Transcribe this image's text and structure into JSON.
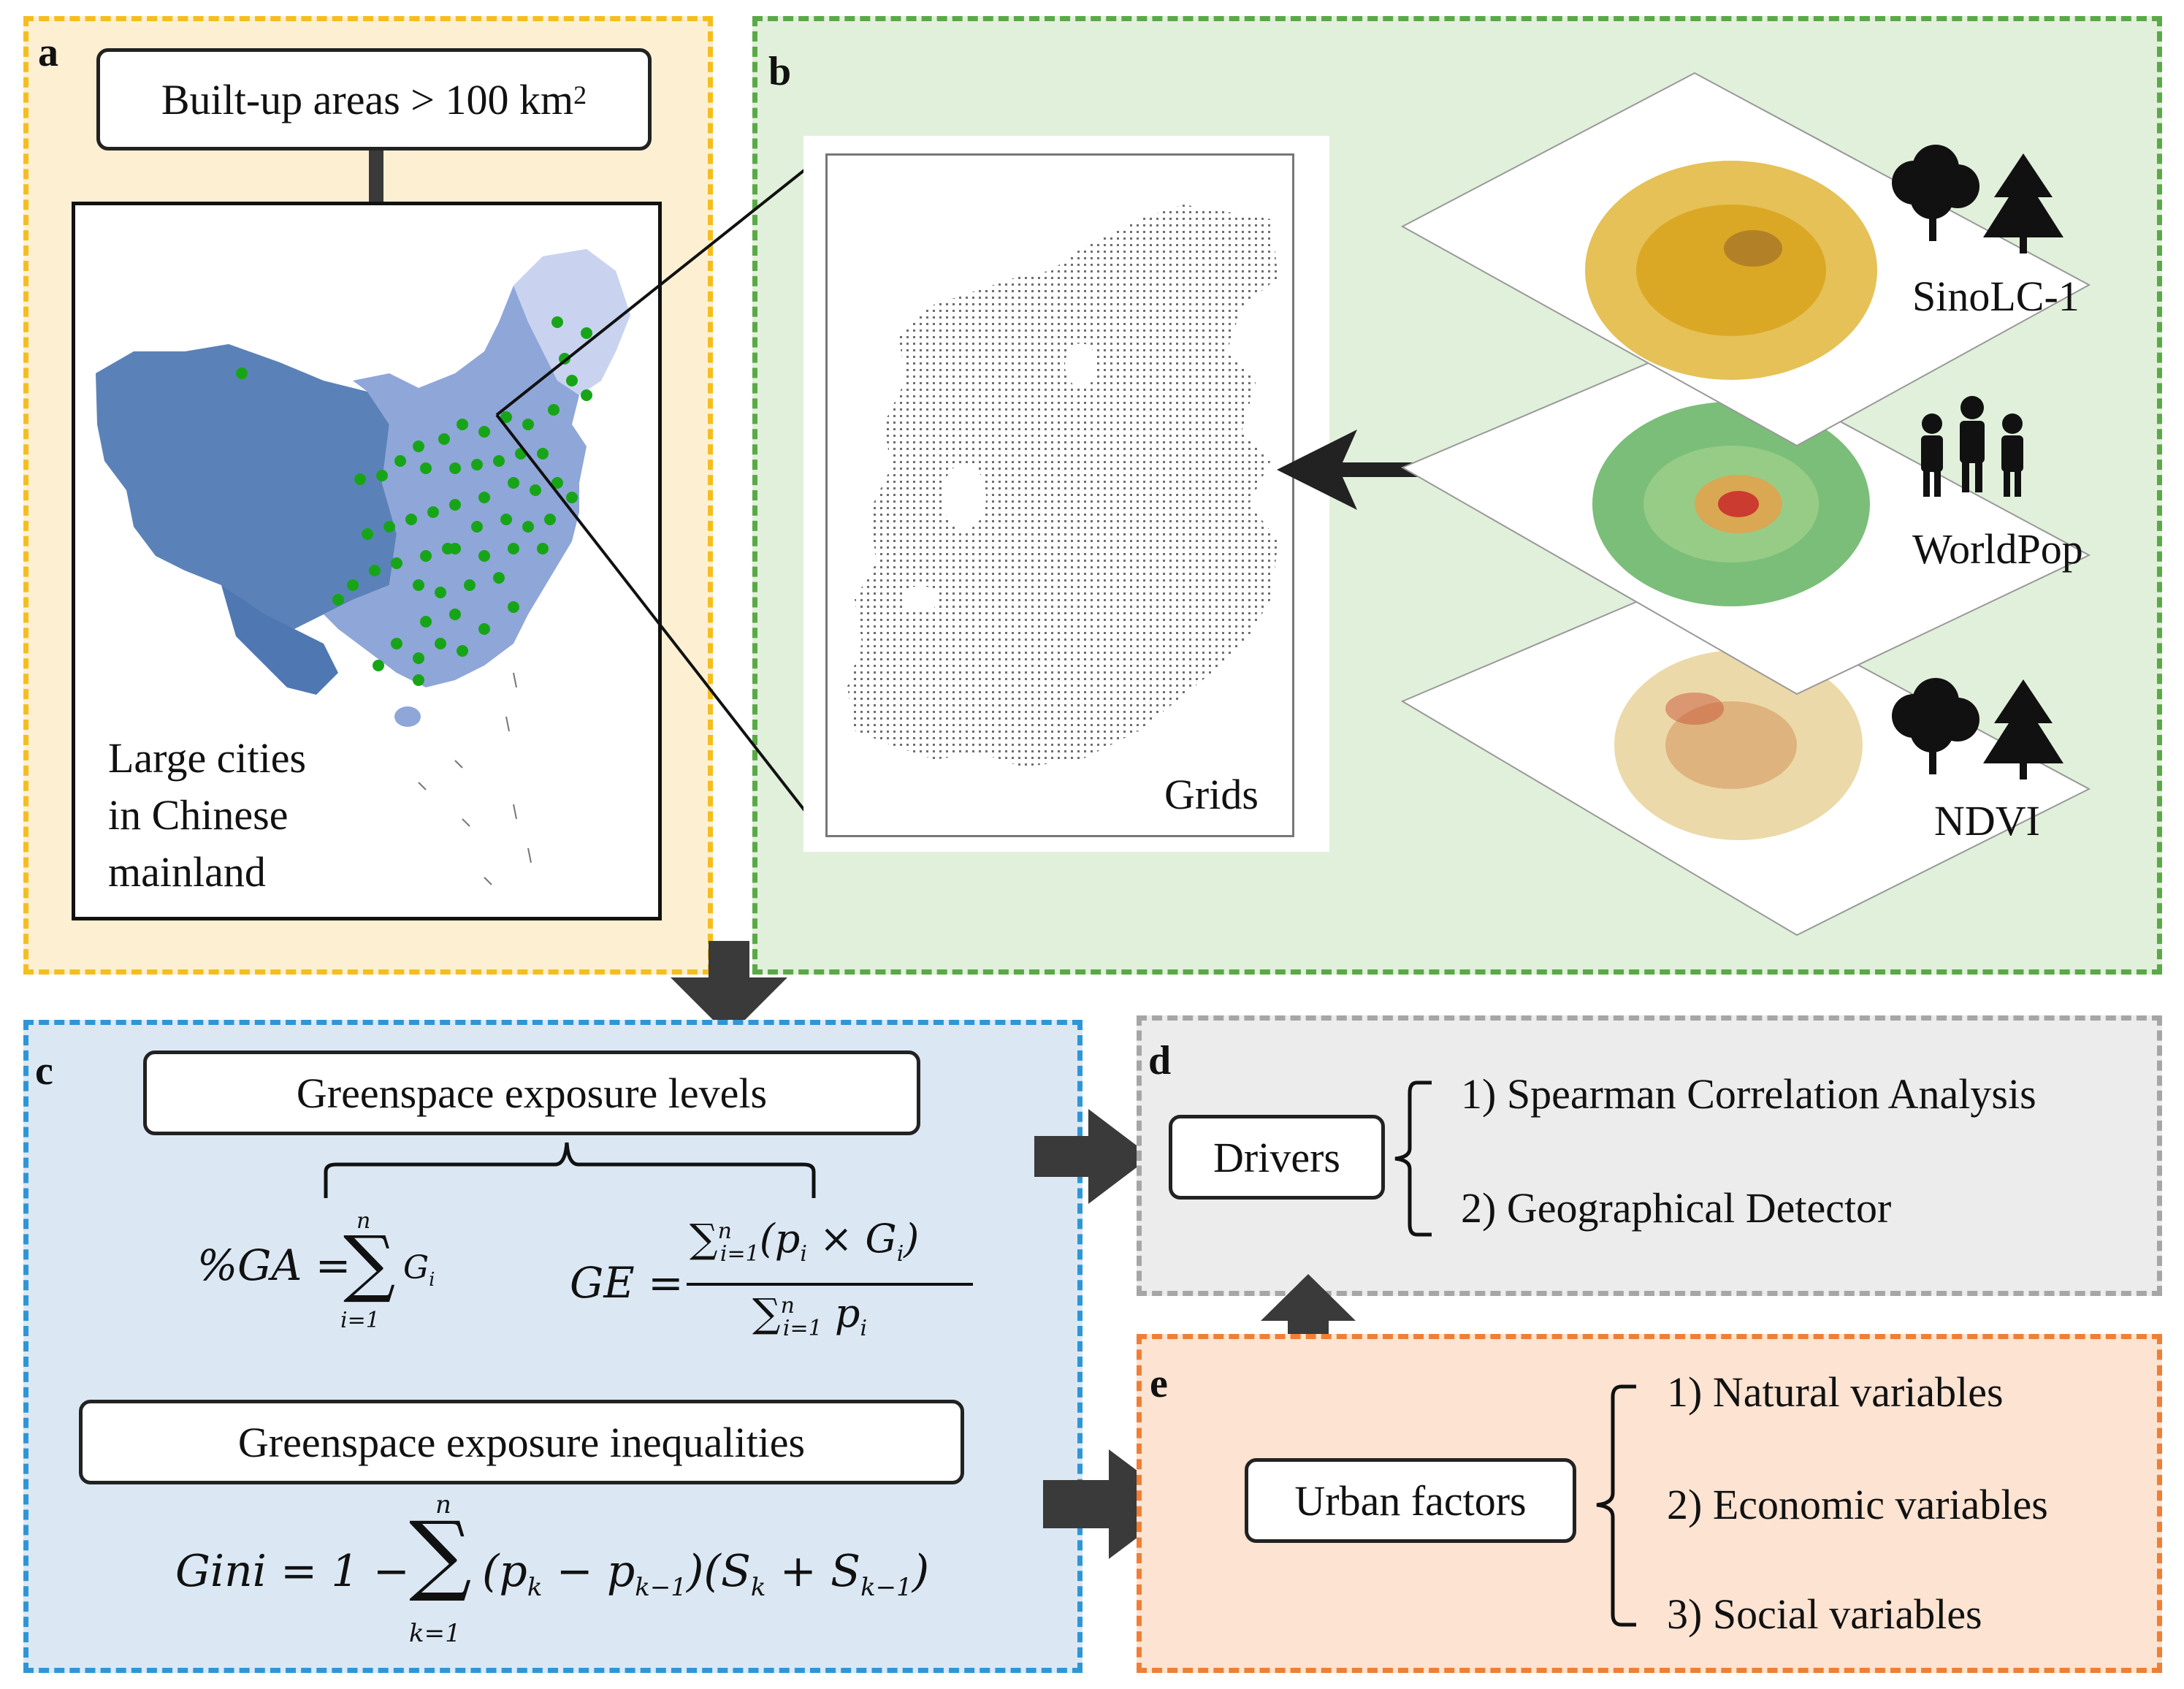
{
  "panels": {
    "a": {
      "label": "a",
      "box_title": "Built-up areas > 100 km",
      "box_title_sup": "2",
      "map_caption": [
        "Large cities",
        "in Chinese",
        "mainland"
      ]
    },
    "b": {
      "label": "b",
      "grid_label": "Grids",
      "layers": [
        "SinoLC-1",
        "WorldPop",
        "NDVI"
      ]
    },
    "c": {
      "label": "c",
      "levels_title": "Greenspace exposure levels",
      "inequalities_title": "Greenspace exposure inequalities"
    },
    "d": {
      "label": "d",
      "box_title": "Drivers",
      "items": [
        "1) Spearman Correlation Analysis",
        "2) Geographical Detector"
      ]
    },
    "e": {
      "label": "e",
      "box_title": "Urban factors",
      "items": [
        "1) Natural variables",
        "2) Economic variables",
        "3) Social variables"
      ]
    }
  },
  "colors": {
    "panel_a_fill": "#fdf0d2",
    "panel_a_border": "#f5be1e",
    "panel_b_fill": "#e1f0da",
    "panel_b_border": "#5aa947",
    "panel_c_fill": "#dbe8f4",
    "panel_c_border": "#2f96d6",
    "panel_d_fill": "#ececec",
    "panel_d_border": "#a6a6a6",
    "panel_e_fill": "#fce3d2",
    "panel_e_border": "#ef7f35",
    "arrow": "#3a3a3a",
    "city_dot": "#17a517"
  }
}
